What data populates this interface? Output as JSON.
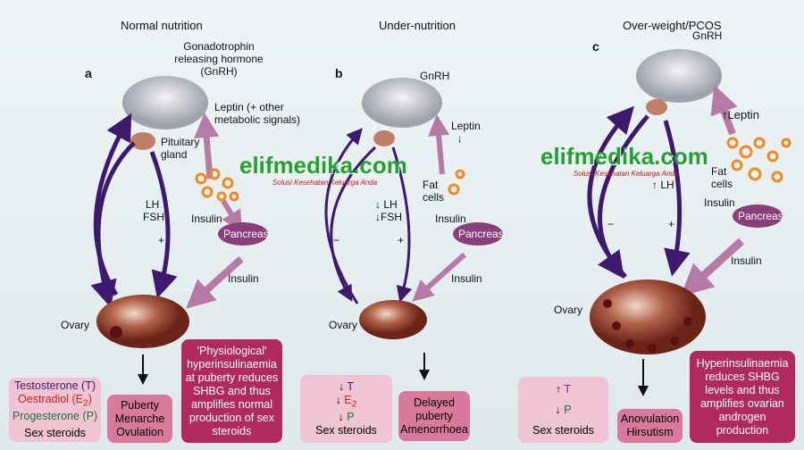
{
  "panels": [
    {
      "letter": "a",
      "title": "Normal nutrition",
      "gnrh": "Gonadotrophin releasing hormone (GnRH)",
      "leptin": "Leptin (+ other metabolic signals)",
      "pituitary": "Pituitary gland",
      "lh": "LH",
      "fsh": "FSH",
      "minus": "−",
      "plus": "+",
      "insulin1": "Insulin",
      "pancreas": "Pancreas",
      "insulin2": "Insulin",
      "ovary": "Ovary",
      "steroids": {
        "t": "Testosterone (T)",
        "e": "Oestradiol (E",
        "e_sub": "2",
        "e_end": ")",
        "p": "Progesterone (P)",
        "label": "Sex steroids"
      },
      "outcome": [
        "Puberty",
        "Menarche",
        "Ovulation"
      ],
      "note": "'Physiological' hyperinsulinaemia at puberty reduces SHBG and thus amplifies normal production of sex steroids"
    },
    {
      "letter": "b",
      "title": "Under-nutrition",
      "gnrh": "GnRH",
      "leptin": "Leptin",
      "fat": "Fat cells",
      "lh": "LH",
      "fsh": "FSH",
      "minus": "−",
      "plus": "+",
      "insulin1": "Insulin",
      "pancreas": "Pancreas",
      "insulin2": "Insulin",
      "ovary": "Ovary",
      "steroids": {
        "t": "T",
        "e": "E",
        "e_sub": "2",
        "p": "P",
        "label": "Sex steroids"
      },
      "outcome": [
        "Delayed",
        "puberty",
        "Amenorrhoea"
      ]
    },
    {
      "letter": "c",
      "title": "Over-weight/PCOS",
      "gnrh": "GnRH",
      "leptin": "Leptin",
      "fat": "Fat cells",
      "lh": "LH",
      "minus": "−",
      "plus": "+",
      "insulin1": "Insulin",
      "pancreas": "Pancreas",
      "insulin2": "Insulin",
      "ovary": "Ovary",
      "steroids": {
        "t": "T",
        "p": "P",
        "label": "Sex steroids"
      },
      "outcome": [
        "Anovulation",
        "Hirsutism"
      ],
      "note": "Hyperinsulinaemia reduces SHBG levels and thus amplifies ovarian androgen production"
    }
  ],
  "watermark": {
    "text": "elifmedika.com",
    "tagline": "Solusi Kesehatan Keluarga Anda"
  },
  "colors": {
    "arrow": "#3d1a6e",
    "insulin_arrow": "#b67aa6",
    "ovary": "#7a2a22",
    "pancreas": "#8a3e7a",
    "fat": "#f08a20",
    "brain": "#b8bcc4"
  }
}
